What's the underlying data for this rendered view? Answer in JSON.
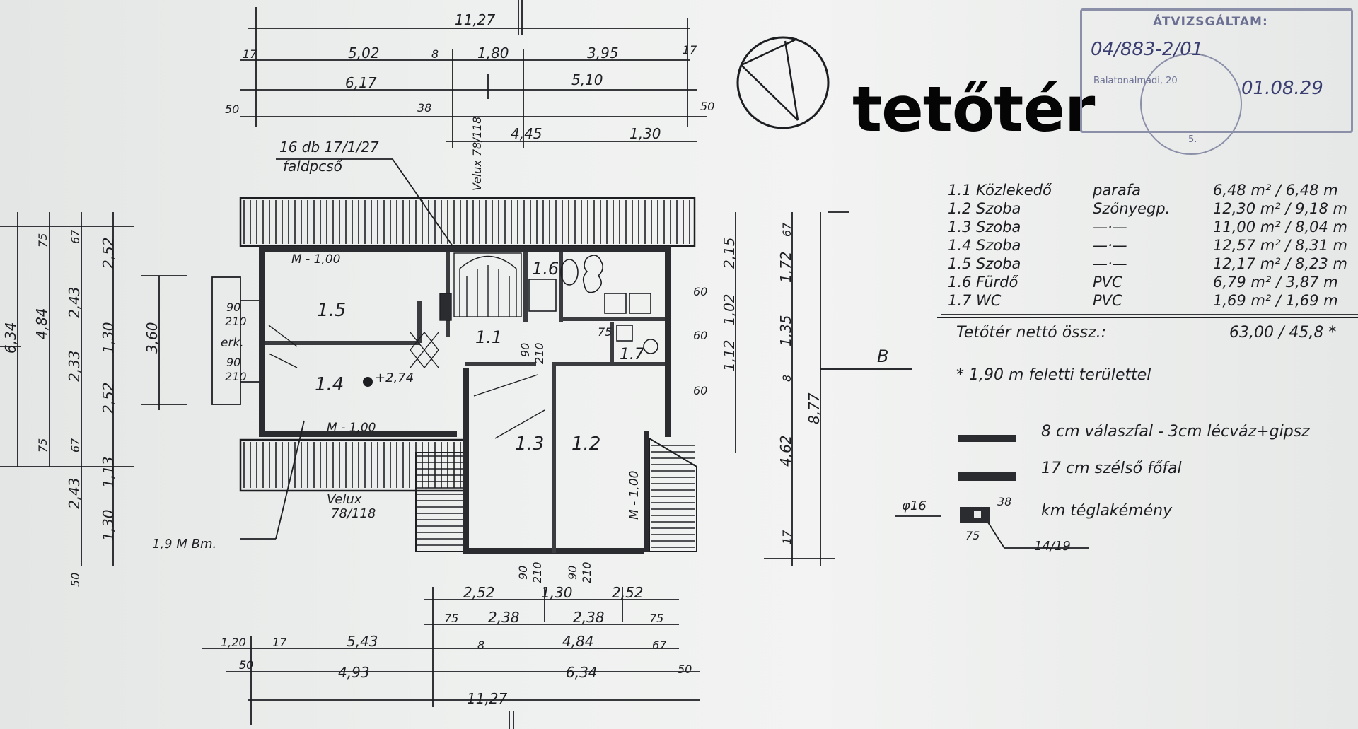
{
  "title": "tetőtér",
  "stamp": {
    "heading": "ÁTVIZSGÁLTAM:",
    "ref": "04/883-2/01",
    "date": "01.08.29",
    "place": "Balatonalmádi, 20",
    "seal_number": "5."
  },
  "rooms_table": [
    {
      "id": "1.1",
      "name": "Közlekedő",
      "floor": "parafa",
      "area": "6,48 m² / 6,48 m"
    },
    {
      "id": "1.2",
      "name": "Szoba",
      "floor": "Szőnyegp.",
      "area": "12,30 m² / 9,18 m"
    },
    {
      "id": "1.3",
      "name": "Szoba",
      "floor": "—·—",
      "area": "11,00 m² / 8,04 m"
    },
    {
      "id": "1.4",
      "name": "Szoba",
      "floor": "—·—",
      "area": "12,57 m² / 8,31 m"
    },
    {
      "id": "1.5",
      "name": "Szoba",
      "floor": "—·—",
      "area": "12,17 m² / 8,23 m"
    },
    {
      "id": "1.6",
      "name": "Fürdő",
      "floor": "PVC",
      "area": "6,79 m² / 3,87 m"
    },
    {
      "id": "1.7",
      "name": "WC",
      "floor": "PVC",
      "area": "1,69 m² / 1,69 m"
    }
  ],
  "total": {
    "label": "Tetőtér nettó össz.:",
    "value": "63,00 / 45,8 *"
  },
  "footnote": "* 1,90 m feletti területtel",
  "legend": [
    {
      "label": "8 cm válaszfal - 3cm lécváz+gipsz"
    },
    {
      "label": "17 cm szélső főfal"
    },
    {
      "label": "km téglakémény"
    }
  ],
  "chimney": {
    "phi": "φ16",
    "dim1": "75",
    "dim2": "38",
    "profile": "14/19"
  },
  "section_marker": "B",
  "plan_labels": {
    "r11": "1.1",
    "r12": "1.2",
    "r13": "1.3",
    "r14": "1.4",
    "r15": "1.5",
    "r16": "1.6",
    "r17": "1.7",
    "elev": "+2,74",
    "m100_top": "M - 1,00",
    "m100_bottom": "M - 1,00",
    "m100_right": "M - 1,00",
    "velux_top": "Velux 78/118",
    "velux_bottom": "Velux",
    "velux_bottom_size": "78/118",
    "rafters": "16 db 17/1/27",
    "rafters2": "faldpcső",
    "bm": "1,9 M Bm.",
    "erk": "erk.",
    "top_dims": {
      "total": "11,27",
      "a": "5,02",
      "b": "1,80",
      "c": "3,95",
      "d": "6,17",
      "e": "5,10",
      "f": "4,45",
      "g": "1,30",
      "s17": "17",
      "s8": "8",
      "s50": "50",
      "s38": "38"
    },
    "bottom_dims": {
      "a": "2,52",
      "b": "1,30",
      "c": "2,52",
      "d": "2,38",
      "e": "2,38",
      "f": "5,43",
      "g": "4,84",
      "h": "4,93",
      "i": "6,34",
      "total": "11,27",
      "j": "1,20",
      "k": "75",
      "l": "67",
      "m": "50",
      "n": "17",
      "o": "8"
    },
    "left_dims": {
      "a": "6,34",
      "b": "4,84",
      "c": "2,52",
      "d": "2,43",
      "e": "1,30",
      "f": "2,33",
      "g": "2,52",
      "h": "2,43",
      "i": "1,13",
      "j": "1,30",
      "k": "3,60",
      "l": "75",
      "m": "67",
      "n": "50"
    },
    "right_dims": {
      "a": "2,15",
      "b": "1,72",
      "c": "1,35",
      "d": "1,02",
      "e": "4,62",
      "f": "8,77",
      "g": "1,12",
      "h": "67",
      "i": "17",
      "j": "60",
      "k": "8"
    },
    "door_dims": {
      "d90": "90",
      "d210": "210",
      "d75": "75"
    }
  }
}
